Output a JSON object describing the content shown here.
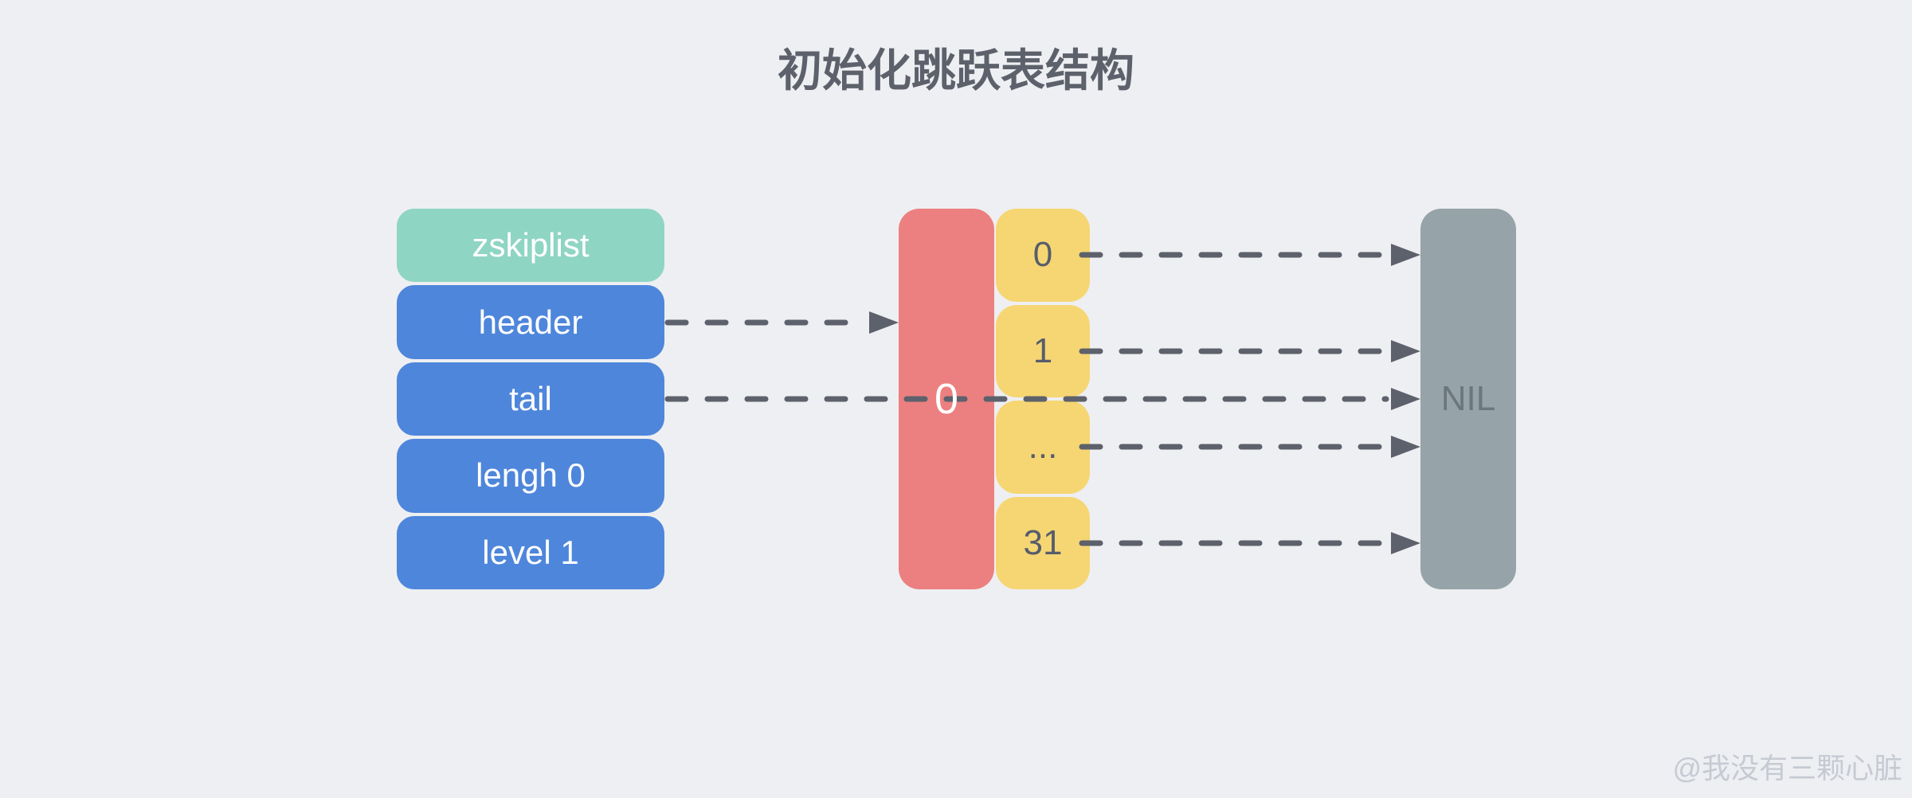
{
  "title": "初始化跳跃表结构",
  "watermark": "@我没有三颗心脏",
  "colors": {
    "background": "#EEEFF2",
    "teal": "#8FD5C3",
    "blue": "#4E86DB",
    "red": "#EC8080",
    "yellow": "#F6D673",
    "slate": "#96A4A9",
    "ink": "#5D616B",
    "label_dark": "#575D6B",
    "nil_text": "#6B767D",
    "watermark_text": "#C6CAD3"
  },
  "zskiplist": {
    "type_label": "zskiplist",
    "fields": [
      {
        "label": "header"
      },
      {
        "label": "tail"
      },
      {
        "label": "lengh 0"
      },
      {
        "label": "level 1"
      }
    ]
  },
  "level_node": {
    "value": "0"
  },
  "level_array": {
    "items": [
      {
        "label": "0"
      },
      {
        "label": "1"
      },
      {
        "label": "..."
      },
      {
        "label": "31"
      }
    ]
  },
  "nil_node": {
    "label": "NIL"
  }
}
